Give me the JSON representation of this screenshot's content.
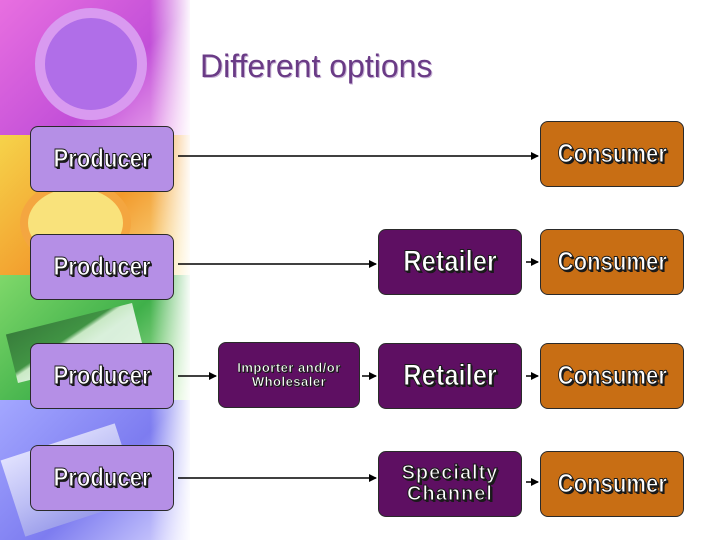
{
  "title": "Different options",
  "rows": [
    {
      "producer": "Producer",
      "consumer": "Consumer"
    },
    {
      "producer": "Producer",
      "retailer": "Retailer",
      "consumer": "Consumer"
    },
    {
      "producer": "Producer",
      "importer": "Importer and/or Wholesaler",
      "retailer": "Retailer",
      "consumer": "Consumer"
    },
    {
      "producer": "Producer",
      "specialty": "Specialty Channel",
      "consumer": "Consumer"
    }
  ],
  "colors": {
    "producer": "#b58fe6",
    "intermediary": "#5e0f62",
    "consumer": "#c86e14",
    "title": "#6a3b86"
  }
}
